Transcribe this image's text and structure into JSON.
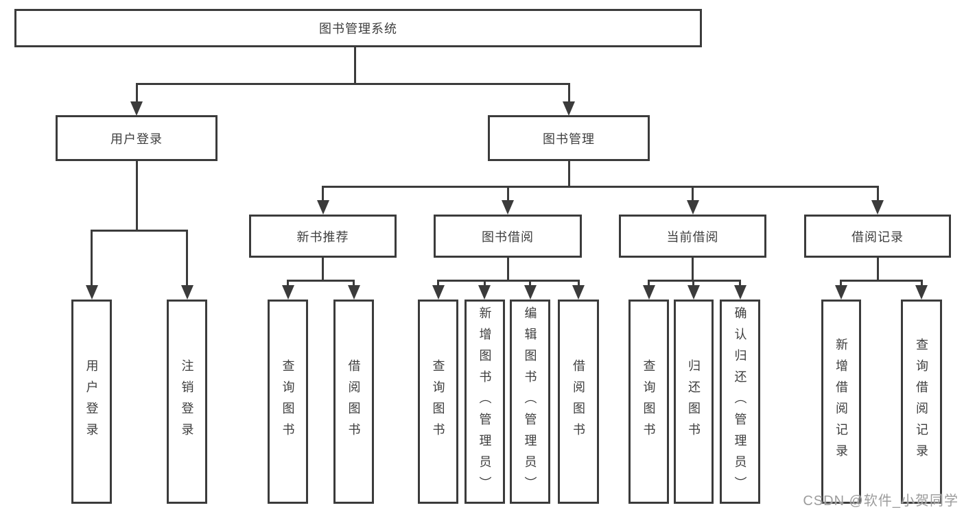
{
  "diagram_title": "图书管理系统",
  "watermark": "CSDN @软件_小贺同学",
  "colors": {
    "line": "#3b3b3b",
    "text": "#3e3e3e",
    "background": "#ffffff",
    "watermark_text": "#9c9c9c"
  },
  "nodes": {
    "root": "图书管理系统",
    "user_login": "用户登录",
    "book_mgmt": "图书管理",
    "new_book_rec": "新书推荐",
    "book_borrow": "图书借阅",
    "current_borrow": "当前借阅",
    "borrow_record": "借阅记录",
    "leaves": {
      "user_login": "用户登录",
      "logout": "注销登录",
      "query_book_nb": "查询图书",
      "borrow_book_nb": "借阅图书",
      "query_book_bb": "查询图书",
      "add_book": "新增图书（管理员）",
      "edit_book": "编辑图书（管理员）",
      "borrow_book_bb": "借阅图书",
      "query_book_cb": "查询图书",
      "return_book": "归还图书",
      "confirm_return": "确认归还（管理员）",
      "add_borrow_record": "新增借阅记录",
      "query_borrow_record": "查询借阅记录"
    }
  }
}
